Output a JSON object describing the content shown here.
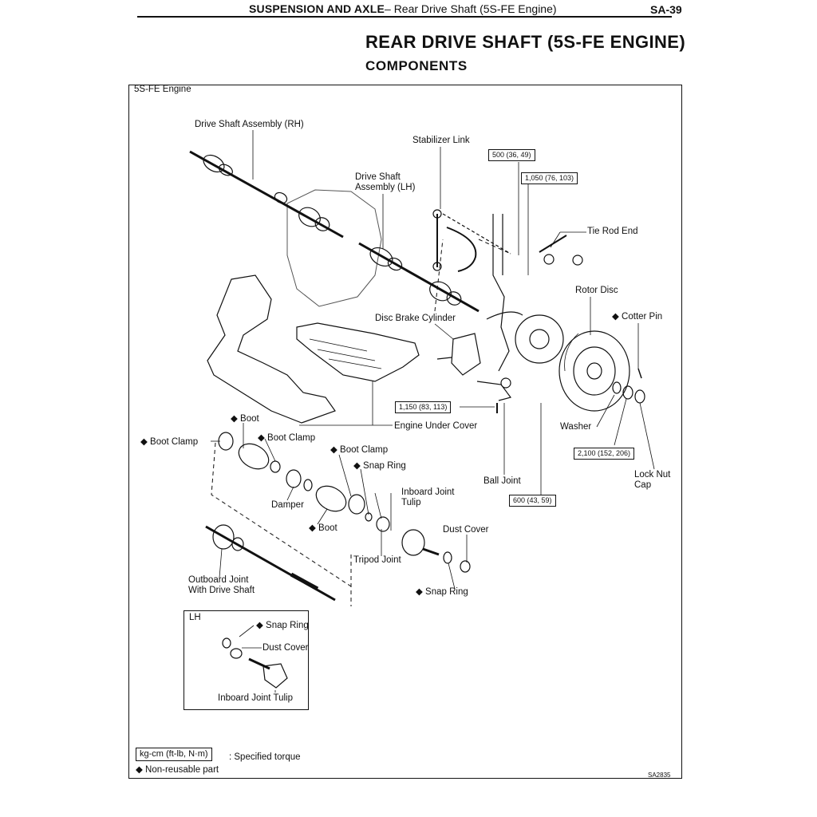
{
  "header": {
    "section_bold": "SUSPENSION AND AXLE",
    "section_rest": "– Rear Drive Shaft (5S-FE Engine)",
    "page_number": "SA-39"
  },
  "title": "REAR DRIVE SHAFT (5S-FE ENGINE)",
  "subtitle": "COMPONENTS",
  "frame_label": "5S-FE Engine",
  "parts": {
    "drive_shaft_rh": "Drive Shaft Assembly (RH)",
    "stabilizer_link": "Stabilizer Link",
    "drive_shaft_lh_1": "Drive Shaft",
    "drive_shaft_lh_2": "Assembly (LH)",
    "tie_rod_end": "Tie Rod End",
    "rotor_disc": "Rotor Disc",
    "cotter_pin": "Cotter Pin",
    "disc_brake_cylinder": "Disc Brake Cylinder",
    "engine_under_cover": "Engine Under Cover",
    "boot_top": "Boot",
    "boot_clamp_left": "Boot Clamp",
    "boot_clamp_mid": "Boot Clamp",
    "boot_clamp_right": "Boot Clamp",
    "snap_ring_upper": "Snap Ring",
    "damper": "Damper",
    "inboard_joint_tulip_1": "Inboard Joint",
    "inboard_joint_tulip_2": "Tulip",
    "boot_bottom": "Boot",
    "tripod_joint": "Tripod Joint",
    "dust_cover": "Dust Cover",
    "snap_ring_lower": "Snap Ring",
    "outboard_joint_1": "Outboard Joint",
    "outboard_joint_2": "With Drive Shaft",
    "ball_joint": "Ball Joint",
    "washer": "Washer",
    "lock_nut_cap_1": "Lock Nut",
    "lock_nut_cap_2": "Cap"
  },
  "torques": {
    "t500": "500 (36, 49)",
    "t1050": "1,050 (76, 103)",
    "t1150": "1,150 (83, 113)",
    "t2100": "2,100 (152, 206)",
    "t600": "600 (43, 59)"
  },
  "lh_inset": {
    "title": "LH",
    "snap_ring": "Snap Ring",
    "dust_cover": "Dust Cover",
    "inboard_joint_tulip": "Inboard Joint Tulip"
  },
  "legend": {
    "unit": "kg-cm (ft-lb, N·m)",
    "unit_desc": ": Specified torque",
    "non_reusable": "Non-reusable part"
  },
  "figure_code": "SA2835",
  "colors": {
    "ink": "#111111",
    "paper": "#ffffff"
  }
}
